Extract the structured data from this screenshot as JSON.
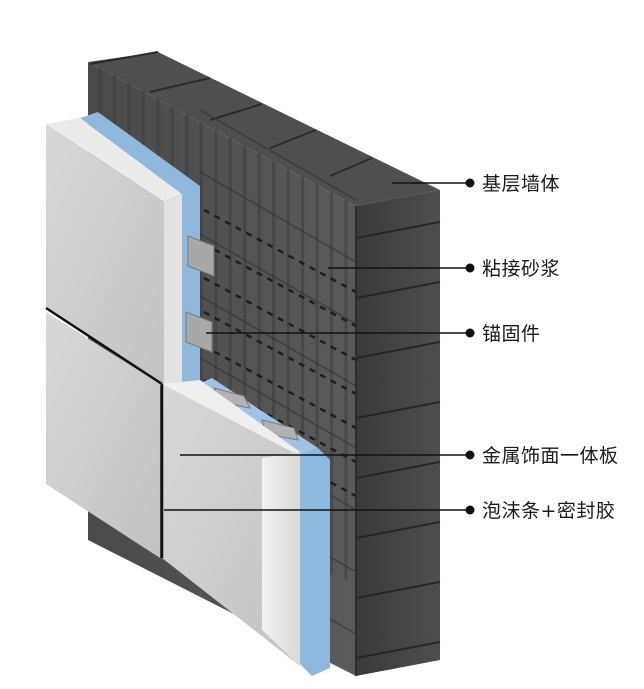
{
  "diagram": {
    "labels": [
      {
        "id": "base-wall",
        "text": "基层墙体"
      },
      {
        "id": "bonding-mortar",
        "text": "粘接砂浆"
      },
      {
        "id": "anchor",
        "text": "锚固件"
      },
      {
        "id": "panel",
        "text": "金属饰面一体板"
      },
      {
        "id": "foam-sealant",
        "text": "泡沫条+密封胶"
      }
    ]
  },
  "colors": {
    "wall_front": "#575757",
    "wall_top": "#4c4c4c",
    "wall_side": "#3f3f3f",
    "mortar_line": "#2a2a2a",
    "insulation_blue": "#8fb8dd",
    "panel_front": "#cfcfcf",
    "panel_edge": "#e6e6e6",
    "anchor_metal": "#a8a8a8",
    "leader_line": "#111111"
  }
}
